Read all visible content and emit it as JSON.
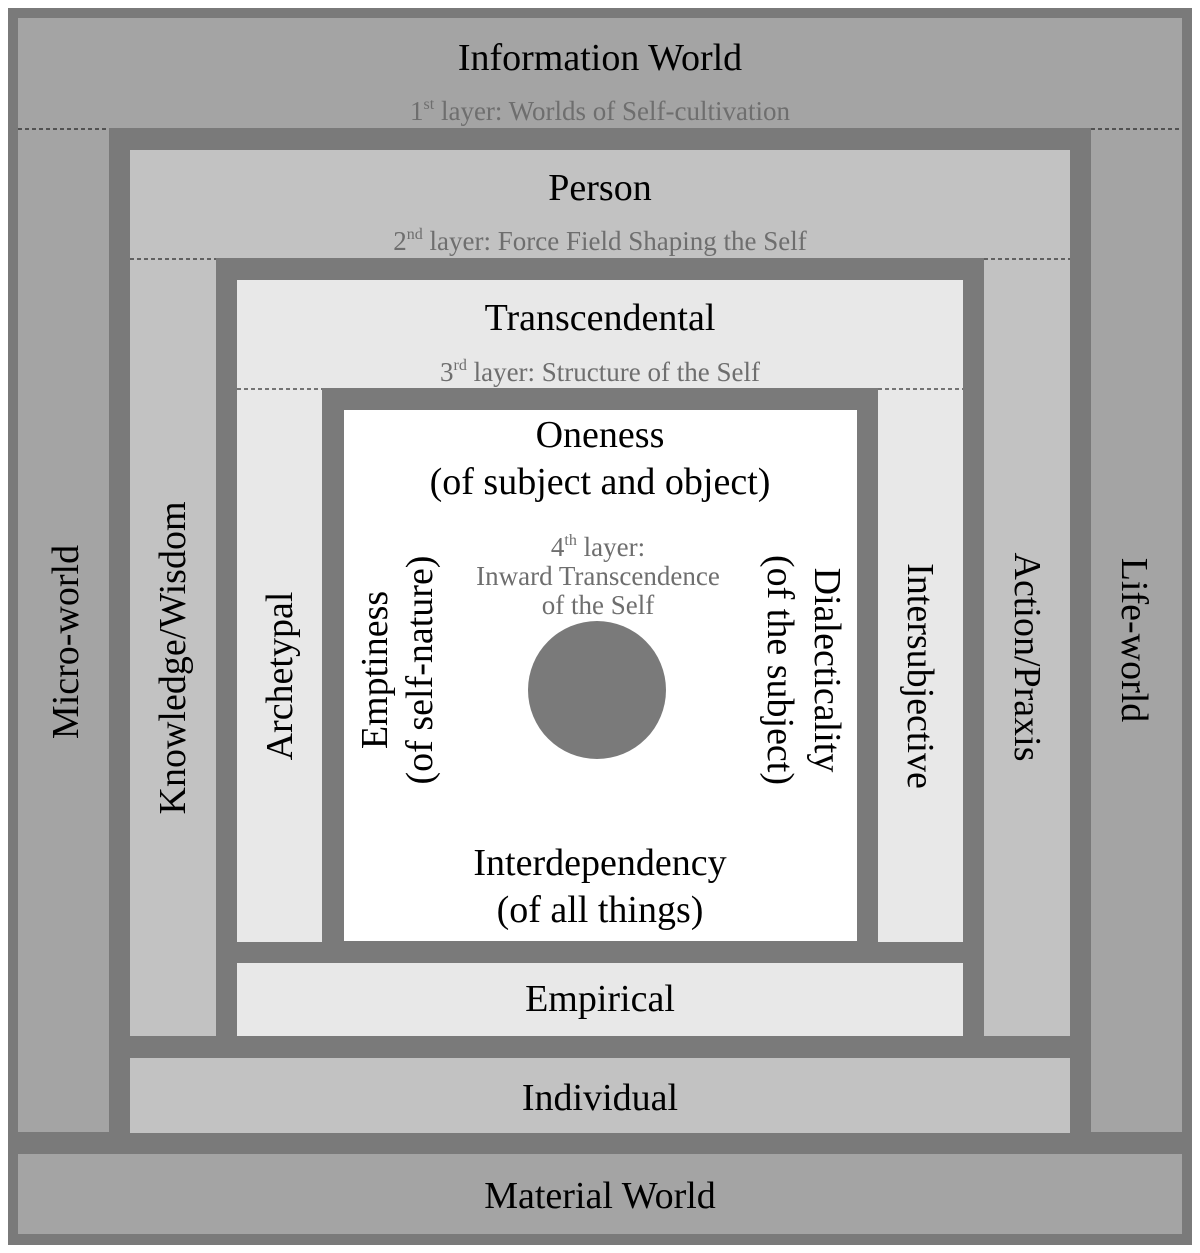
{
  "layer1": {
    "top": "Information World",
    "caption_num": "1",
    "caption_sup": "st",
    "caption_text": " layer: Worlds of Self-cultivation",
    "left": "Micro-world",
    "right": "Life-world",
    "bottom": "Material World"
  },
  "layer2": {
    "top": "Person",
    "caption_num": "2",
    "caption_sup": "nd",
    "caption_text": " layer: Force Field Shaping the Self",
    "left": "Knowledge/Wisdom",
    "right": "Action/Praxis",
    "bottom": "Individual"
  },
  "layer3": {
    "top": "Transcendental",
    "caption_num": "3",
    "caption_sup": "rd",
    "caption_text": " layer: Structure of the Self",
    "left": "Archetypal",
    "right": "Intersubjective",
    "bottom": "Empirical"
  },
  "layer4": {
    "top_line1": "Oneness",
    "top_line2": "(of subject and object)",
    "caption_num": "4",
    "caption_sup": "th",
    "caption_text": " layer:",
    "caption_line2": "Inward Transcendence",
    "caption_line3": "of the Self",
    "left_line1": "Emptiness",
    "left_line2": "(of self-nature)",
    "right_line1": "Dialecticality",
    "right_line2": "(of the subject)",
    "bottom_line1": "Interdependency",
    "bottom_line2": "(of all things)"
  },
  "colors": {
    "frame": "#7a7a7a",
    "layer1_fill": "#a4a4a4",
    "layer2_fill": "#c2c2c2",
    "layer3_fill": "#e8e8e8",
    "core_fill": "#ffffff",
    "center_dot": "#7a7a7a",
    "caption_text": "#6e6e6e"
  }
}
